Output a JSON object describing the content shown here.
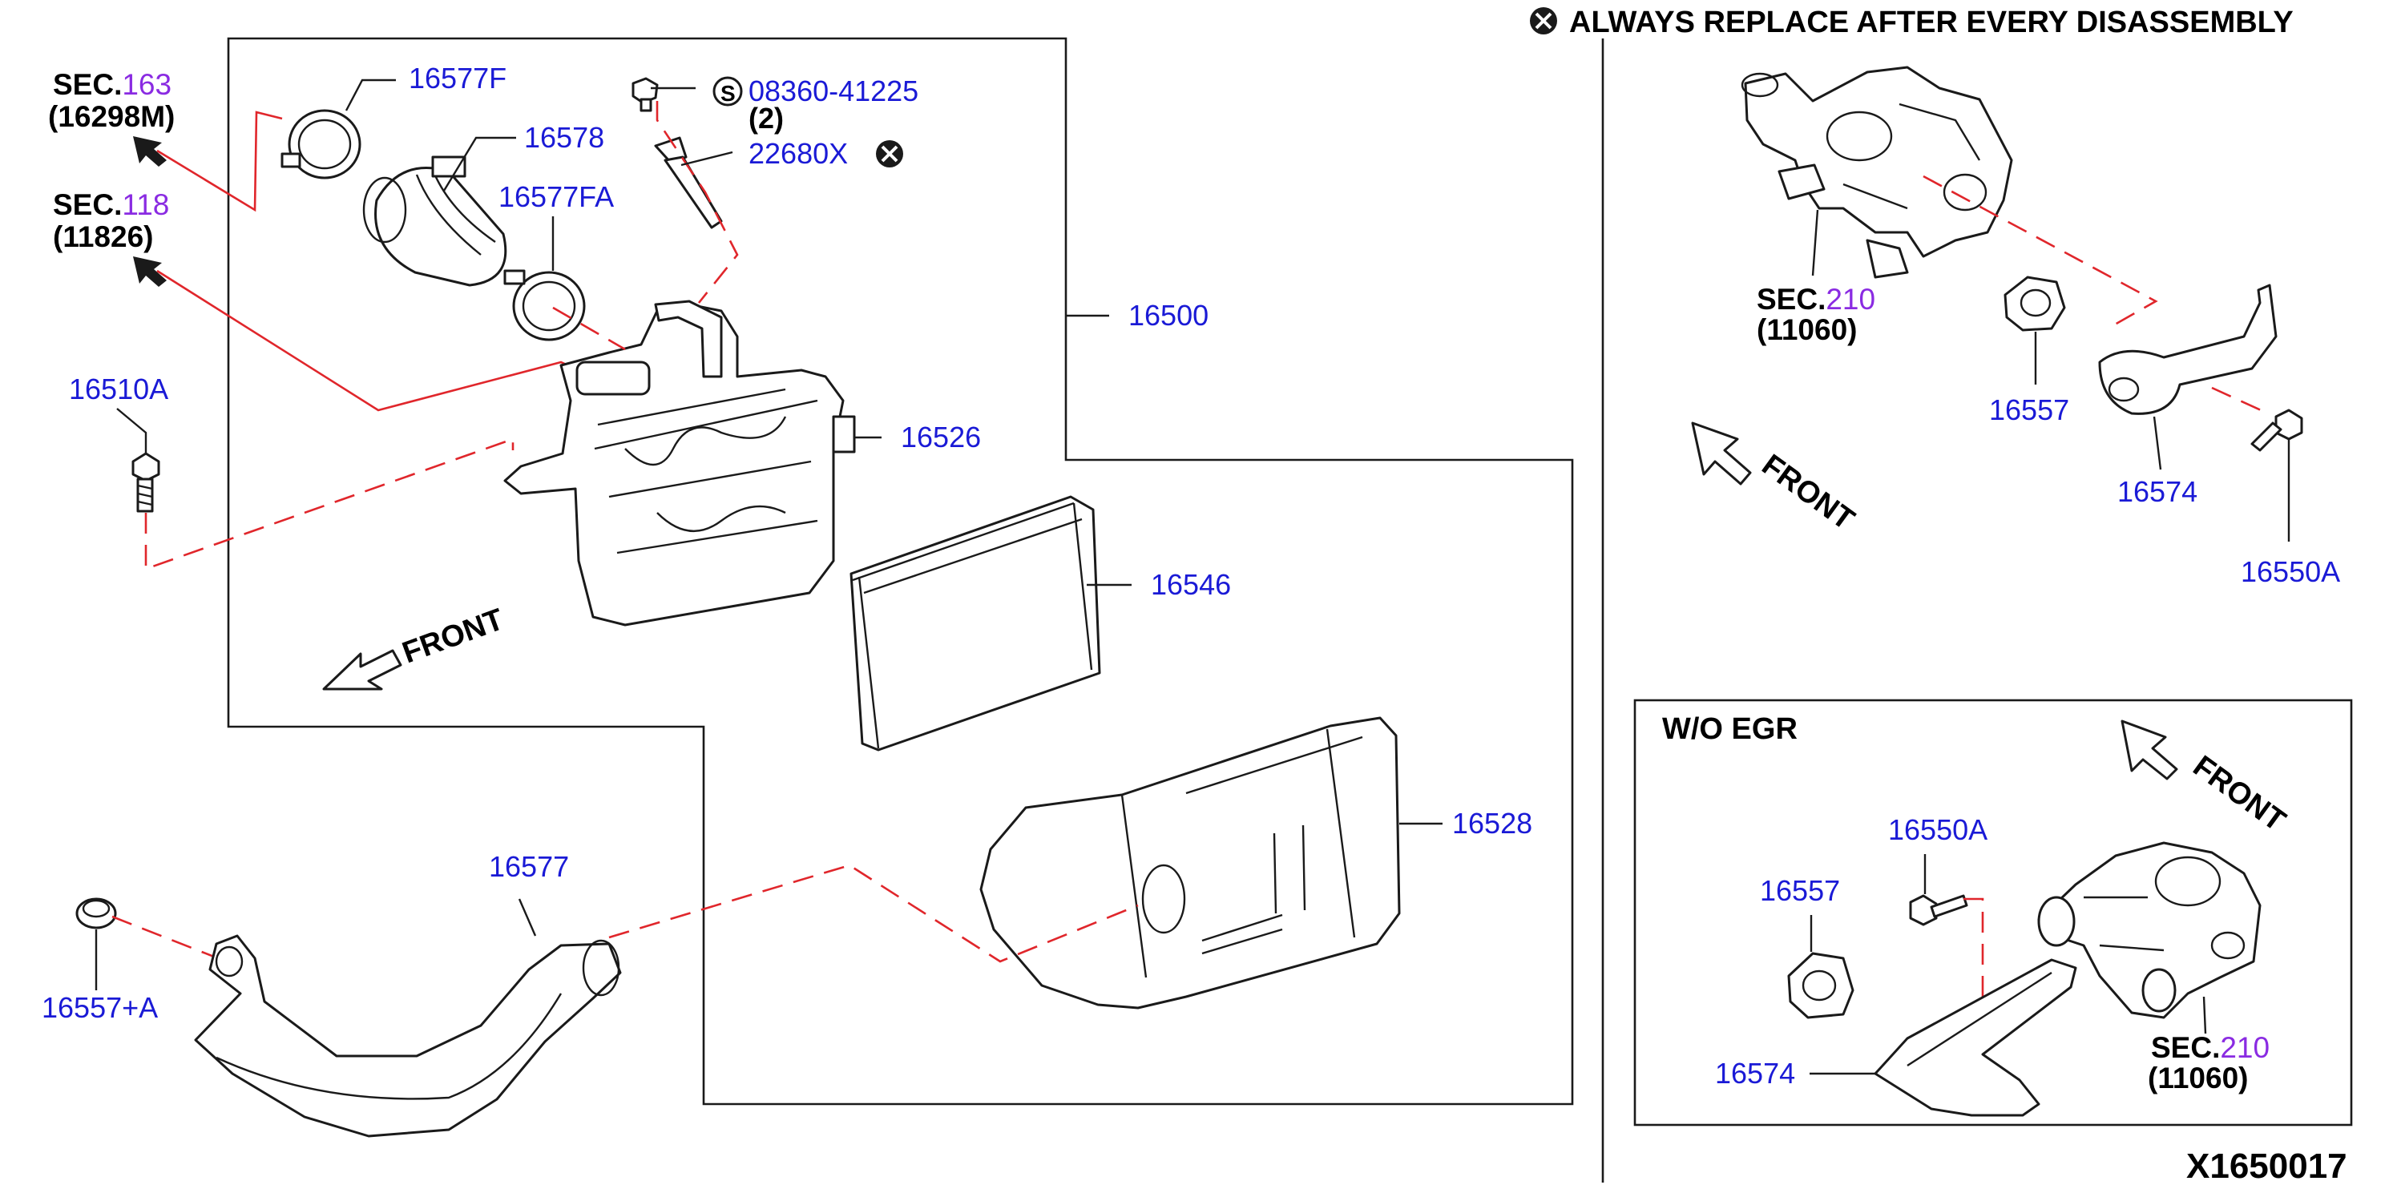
{
  "header": {
    "warning_text": "ALWAYS REPLACE AFTER EVERY DISASSEMBLY",
    "figure_code": "X1650017"
  },
  "section_refs": {
    "sec163": {
      "prefix": "SEC.",
      "num": "163",
      "code": "(16298M)"
    },
    "sec118": {
      "prefix": "SEC.",
      "num": "118",
      "code": "(11826)"
    },
    "sec210_a": {
      "prefix": "SEC.",
      "num": "210",
      "code": "(11060)"
    },
    "sec210_b": {
      "prefix": "SEC.",
      "num": "210",
      "code": "(11060)"
    }
  },
  "parts": {
    "p16577F": "16577F",
    "p16578": "16578",
    "p16577FA": "16577FA",
    "p08360": "08360-41225",
    "p08360_qty": "(2)",
    "p08360_symbol": "S",
    "p22680X": "22680X",
    "p16500": "16500",
    "p16510A": "16510A",
    "p16526": "16526",
    "p16546": "16546",
    "p16528": "16528",
    "p16577": "16577",
    "p16557A": "16557+A",
    "r16557": "16557",
    "r16574": "16574",
    "r16550A": "16550A",
    "w16550A": "16550A",
    "w16557": "16557",
    "w16574": "16574"
  },
  "labels": {
    "front": "FRONT",
    "wo_egr": "W/O EGR"
  },
  "colors": {
    "part_number": "#1a1ad6",
    "section_number": "#8a2be2",
    "dashed_leader": "#e0262b",
    "line": "#1a1a1a"
  }
}
